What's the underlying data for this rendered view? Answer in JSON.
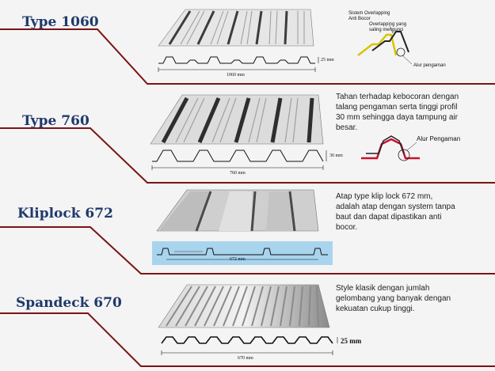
{
  "sections": [
    {
      "title": "Type 1060",
      "dimensions": {
        "width": "1060 mm",
        "height": "25 mm"
      },
      "inset": {
        "caption_line1": "Sistem Overlapping",
        "caption_line2": "Anti Bocor",
        "overlap_line1": "Overlapping yang",
        "overlap_line2": "saling mengunci",
        "gutter_label": "Alur pengaman"
      }
    },
    {
      "title": "Type 760",
      "description": [
        "Tahan terhadap kebocoran dengan",
        "talang pengaman serta tinggi profil",
        "30 mm sehingga daya tampung air",
        "besar."
      ],
      "dimensions": {
        "width": "760 mm",
        "height": "30 mm"
      },
      "gutter_label": "Alur Pengaman"
    },
    {
      "title": "Kliplock 672",
      "description": [
        "Atap type klip lock 672 mm,",
        "adalah atap dengan system tanpa",
        "baut dan dapat dipastikan anti",
        "bocor."
      ],
      "dimensions": {
        "width": "672 mm"
      }
    },
    {
      "title": "Spandeck 670",
      "description": [
        "Style klasik dengan jumlah",
        "gelombang yang banyak dengan",
        "kekuatan cukup tinggi."
      ],
      "dimensions": {
        "width": "670 mm",
        "height": "25 mm"
      }
    }
  ],
  "colors": {
    "title": "#1f3a6a",
    "leader": "#7a1414",
    "profile_bg": "#a9d4ee",
    "accent": "#d8c400"
  }
}
